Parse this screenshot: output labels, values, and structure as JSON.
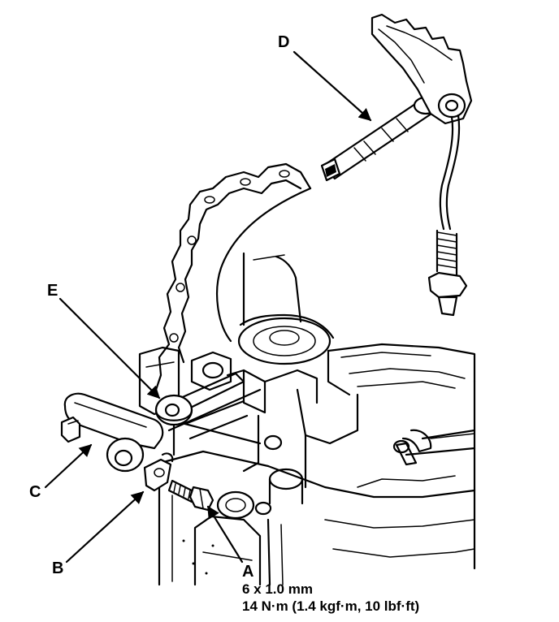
{
  "callouts": {
    "a": "A",
    "b": "B",
    "c": "C",
    "d": "D",
    "e": "E"
  },
  "spec": {
    "bolt_size": "6 x 1.0 mm",
    "torque": "14 N·m (1.4 kgf·m, 10 lbf·ft)"
  }
}
